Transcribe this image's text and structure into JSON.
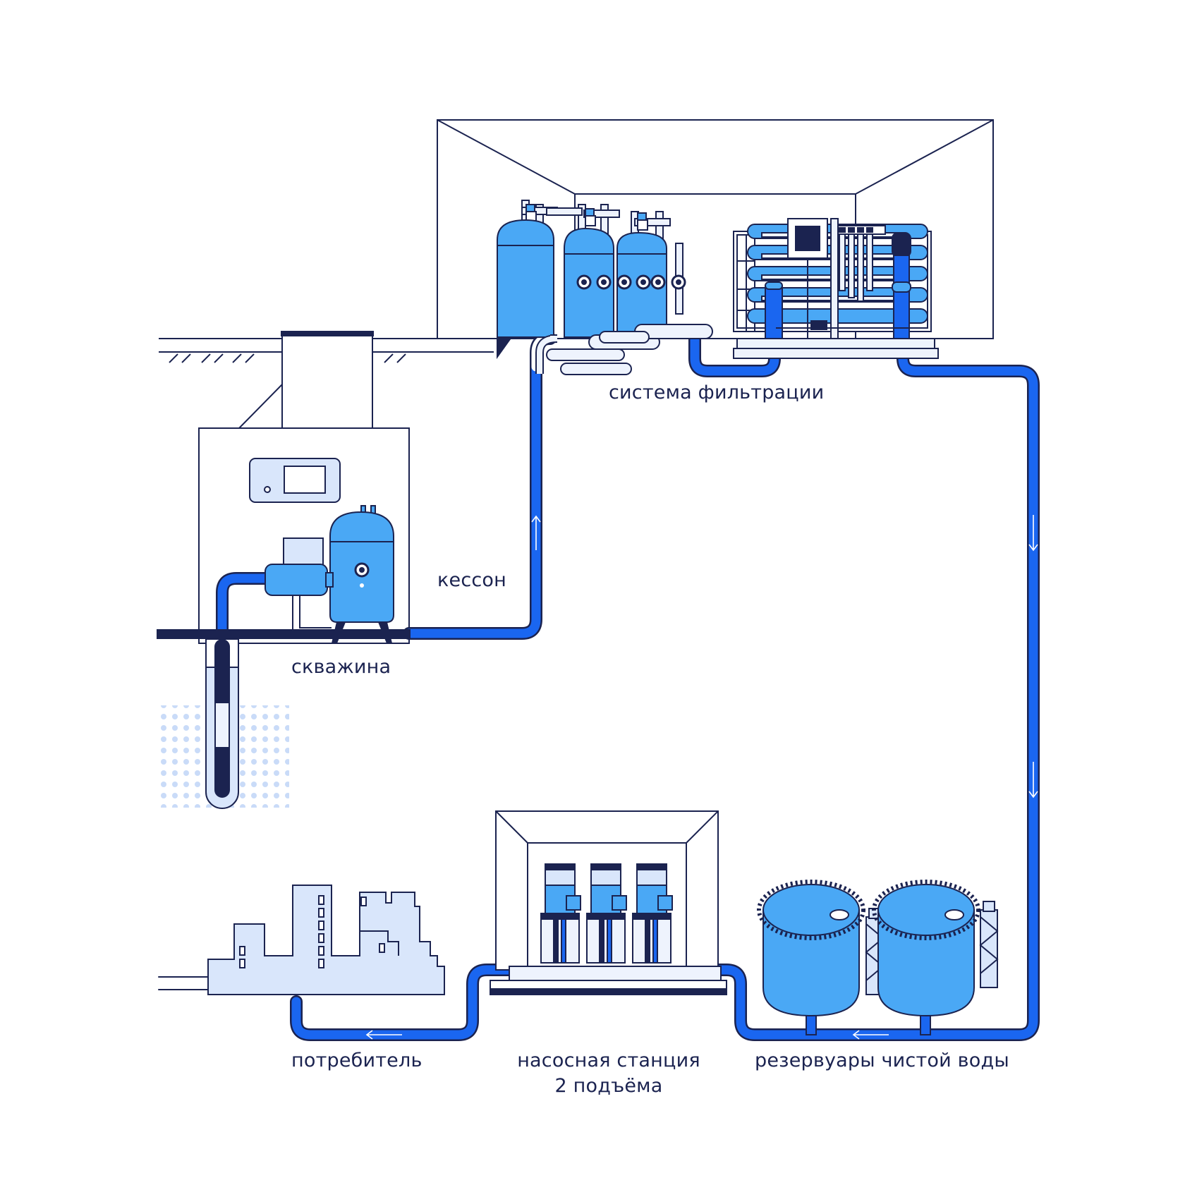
{
  "labels": {
    "filtration": "система фильтрации",
    "caisson": "кессон",
    "well": "скважина",
    "consumer": "потребитель",
    "pump_station_line1": "насосная станция",
    "pump_station_line2": "2 подъёма",
    "reservoirs": "резервуары чистой воды"
  },
  "colors": {
    "outline": "#1b2350",
    "pipe": "#1a66f0",
    "fill_blue": "#4aa8f5",
    "fill_light": "#d9e6fb",
    "fill_pale": "#eef3fd"
  }
}
